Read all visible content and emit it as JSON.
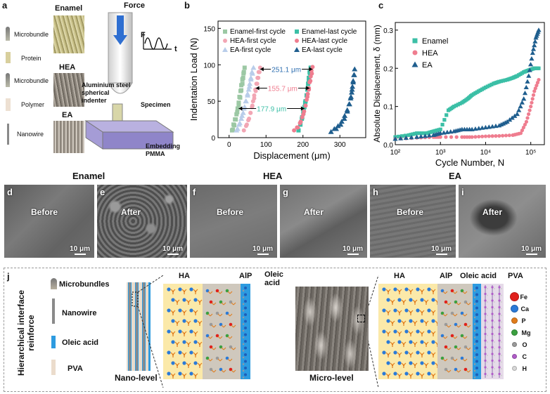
{
  "panel_a": {
    "label": "a",
    "left_items": [
      "Microbundle",
      "Protein",
      "Microbundle",
      "Polymer",
      "Nanowire"
    ],
    "materials": [
      "Enamel",
      "HEA",
      "EA"
    ],
    "force": "Force",
    "f_axis": "F",
    "t_axis": "t",
    "indenter": "Aluminium steel spherical indenter",
    "specimen": "Specimen",
    "embedding": "Embedding PMMA",
    "colors": {
      "arrow": "#2f6fd1",
      "block": "#9c92cf"
    }
  },
  "panel_b": {
    "label": "b",
    "chart_data": {
      "type": "scatter",
      "xlabel": "Displacement (μm)",
      "ylabel": "Indentation Load (N)",
      "xlim": [
        -30,
        370
      ],
      "ylim": [
        0,
        160
      ],
      "xticks": [
        "0",
        "100",
        "200",
        "300"
      ],
      "xtick_values": [
        0,
        100,
        200,
        300
      ],
      "yticks": [
        "0",
        "50",
        "100",
        "150"
      ],
      "ytick_values": [
        0,
        50,
        100,
        150
      ],
      "series": [
        {
          "name": "Enamel-first cycle",
          "color": "#9cc8a4",
          "marker": "square",
          "points": [
            [
              8,
              10
            ],
            [
              12,
              18
            ],
            [
              16,
              25
            ],
            [
              20,
              32
            ],
            [
              23,
              40
            ],
            [
              26,
              48
            ],
            [
              28,
              56
            ],
            [
              31,
              64
            ],
            [
              33,
              72
            ],
            [
              36,
              80
            ],
            [
              39,
              88
            ],
            [
              42,
              96
            ],
            [
              40,
              90
            ],
            [
              38,
              82
            ],
            [
              36,
              74
            ],
            [
              33,
              65
            ],
            [
              30,
              55
            ],
            [
              26,
              45
            ],
            [
              22,
              35
            ],
            [
              18,
              25
            ],
            [
              14,
              17
            ],
            [
              10,
              11
            ]
          ]
        },
        {
          "name": "HEA-first cycle",
          "color": "#f2a6b4",
          "marker": "circle",
          "points": [
            [
              40,
              10
            ],
            [
              48,
              18
            ],
            [
              54,
              26
            ],
            [
              58,
              34
            ],
            [
              62,
              42
            ],
            [
              65,
              50
            ],
            [
              68,
              58
            ],
            [
              71,
              66
            ],
            [
              74,
              74
            ],
            [
              77,
              82
            ],
            [
              80,
              90
            ],
            [
              84,
              96
            ],
            [
              82,
              90
            ],
            [
              79,
              82
            ],
            [
              76,
              74
            ],
            [
              72,
              64
            ],
            [
              68,
              54
            ],
            [
              63,
              44
            ],
            [
              58,
              34
            ],
            [
              52,
              24
            ],
            [
              46,
              16
            ]
          ]
        },
        {
          "name": "EA-first cycle",
          "color": "#b9cdea",
          "marker": "triangle",
          "points": [
            [
              20,
              10
            ],
            [
              27,
              18
            ],
            [
              33,
              26
            ],
            [
              38,
              34
            ],
            [
              42,
              42
            ],
            [
              46,
              50
            ],
            [
              50,
              58
            ],
            [
              53,
              66
            ],
            [
              56,
              74
            ],
            [
              59,
              82
            ],
            [
              62,
              90
            ],
            [
              66,
              96
            ],
            [
              63,
              88
            ],
            [
              59,
              80
            ],
            [
              55,
              70
            ],
            [
              50,
              60
            ],
            [
              45,
              50
            ],
            [
              40,
              40
            ],
            [
              35,
              30
            ],
            [
              29,
              20
            ],
            [
              23,
              12
            ]
          ]
        },
        {
          "name": "Enamel-last cycle",
          "color": "#3bbfa6",
          "marker": "square",
          "points": [
            [
              188,
              10
            ],
            [
              193,
              18
            ],
            [
              197,
              26
            ],
            [
              201,
              34
            ],
            [
              204,
              42
            ],
            [
              207,
              50
            ],
            [
              210,
              58
            ],
            [
              212,
              66
            ],
            [
              214,
              74
            ],
            [
              216,
              82
            ],
            [
              218,
              90
            ],
            [
              221,
              96
            ],
            [
              219,
              88
            ],
            [
              216,
              78
            ],
            [
              213,
              68
            ],
            [
              210,
              58
            ],
            [
              206,
              48
            ],
            [
              202,
              38
            ],
            [
              198,
              28
            ],
            [
              193,
              18
            ]
          ]
        },
        {
          "name": "HEA-last cycle",
          "color": "#ef7d8f",
          "marker": "circle",
          "points": [
            [
              176,
              10
            ],
            [
              184,
              14
            ],
            [
              192,
              20
            ],
            [
              198,
              28
            ],
            [
              203,
              36
            ],
            [
              207,
              44
            ],
            [
              210,
              52
            ],
            [
              213,
              60
            ],
            [
              216,
              68
            ],
            [
              218,
              76
            ],
            [
              221,
              84
            ],
            [
              223,
              92
            ],
            [
              226,
              97
            ],
            [
              224,
              88
            ],
            [
              220,
              78
            ],
            [
              216,
              66
            ],
            [
              212,
              56
            ],
            [
              207,
              44
            ],
            [
              201,
              32
            ],
            [
              194,
              22
            ],
            [
              186,
              14
            ]
          ]
        },
        {
          "name": "EA-last cycle",
          "color": "#1f5e8e",
          "marker": "triangle",
          "points": [
            [
              276,
              8
            ],
            [
              285,
              12
            ],
            [
              295,
              16
            ],
            [
              305,
              22
            ],
            [
              313,
              30
            ],
            [
              320,
              38
            ],
            [
              325,
              46
            ],
            [
              329,
              54
            ],
            [
              332,
              62
            ],
            [
              334,
              70
            ],
            [
              336,
              78
            ],
            [
              338,
              86
            ],
            [
              340,
              94
            ],
            [
              339,
              86
            ],
            [
              336,
              76
            ],
            [
              333,
              66
            ],
            [
              330,
              56
            ],
            [
              326,
              46
            ],
            [
              320,
              36
            ],
            [
              312,
              26
            ],
            [
              302,
              18
            ],
            [
              290,
              12
            ]
          ]
        }
      ],
      "annotations": [
        {
          "text": "251.1 μm",
          "y": 94,
          "x1": 84,
          "x2": 226,
          "color": "#2f6fb0"
        },
        {
          "text": "155.7 μm",
          "y": 68,
          "x1": 72,
          "x2": 218,
          "color": "#ef7d8f"
        },
        {
          "text": "177.9 μm",
          "y": 40,
          "x1": 26,
          "x2": 204,
          "color": "#3bbfa6"
        }
      ]
    }
  },
  "panel_c": {
    "label": "c",
    "chart_data": {
      "type": "scatter",
      "xlabel": "Cycle Number, N",
      "ylabel": "Absolute Displacement, δ (mm)",
      "xscale": "log",
      "xlim": [
        100,
        200000
      ],
      "ylim": [
        0,
        0.32
      ],
      "xticks": [
        "10²",
        "10³",
        "10⁴",
        "10⁵"
      ],
      "xtick_values": [
        100,
        1000,
        10000,
        100000
      ],
      "yticks": [
        "0.0",
        "0.1",
        "0.2",
        "0.3"
      ],
      "ytick_values": [
        0,
        0.1,
        0.2,
        0.3
      ],
      "series": [
        {
          "name": "Enamel",
          "color": "#3bbfa6",
          "marker": "square",
          "points": [
            [
              100,
              0.02
            ],
            [
              200,
              0.025
            ],
            [
              300,
              0.03
            ],
            [
              500,
              0.03
            ],
            [
              700,
              0.035
            ],
            [
              1000,
              0.04
            ],
            [
              1500,
              0.09
            ],
            [
              2000,
              0.1
            ],
            [
              3000,
              0.11
            ],
            [
              4000,
              0.12
            ],
            [
              5000,
              0.13
            ],
            [
              7000,
              0.14
            ],
            [
              10000,
              0.15
            ],
            [
              15000,
              0.16
            ],
            [
              20000,
              0.165
            ],
            [
              30000,
              0.17
            ],
            [
              40000,
              0.175
            ],
            [
              50000,
              0.18
            ],
            [
              70000,
              0.19
            ],
            [
              90000,
              0.195
            ],
            [
              120000,
              0.2
            ],
            [
              150000,
              0.2
            ]
          ]
        },
        {
          "name": "HEA",
          "color": "#ef7d8f",
          "marker": "circle",
          "points": [
            [
              100,
              0.015
            ],
            [
              300,
              0.018
            ],
            [
              700,
              0.02
            ],
            [
              1000,
              0.02
            ],
            [
              3000,
              0.02
            ],
            [
              5000,
              0.02
            ],
            [
              10000,
              0.022
            ],
            [
              20000,
              0.023
            ],
            [
              40000,
              0.025
            ],
            [
              60000,
              0.03
            ],
            [
              80000,
              0.06
            ],
            [
              100000,
              0.1
            ],
            [
              120000,
              0.14
            ],
            [
              150000,
              0.17
            ]
          ]
        },
        {
          "name": "EA",
          "color": "#1f5e8e",
          "marker": "triangle",
          "points": [
            [
              100,
              0.015
            ],
            [
              300,
              0.02
            ],
            [
              700,
              0.025
            ],
            [
              1000,
              0.03
            ],
            [
              2000,
              0.035
            ],
            [
              3000,
              0.04
            ],
            [
              5000,
              0.04
            ],
            [
              10000,
              0.045
            ],
            [
              20000,
              0.05
            ],
            [
              30000,
              0.06
            ],
            [
              50000,
              0.08
            ],
            [
              70000,
              0.12
            ],
            [
              90000,
              0.18
            ],
            [
              110000,
              0.24
            ],
            [
              130000,
              0.28
            ],
            [
              150000,
              0.3
            ]
          ]
        }
      ]
    }
  },
  "sem": {
    "materials": [
      "Enamel",
      "HEA",
      "EA"
    ],
    "panels": [
      {
        "label": "d",
        "text": "Before",
        "scale": "10 μm"
      },
      {
        "label": "e",
        "text": "After",
        "scale": "10 μm"
      },
      {
        "label": "f",
        "text": "Before",
        "scale": "10 μm"
      },
      {
        "label": "g",
        "text": "After",
        "scale": "10 μm"
      },
      {
        "label": "h",
        "text": "Before",
        "scale": "10 μm"
      },
      {
        "label": "i",
        "text": "After",
        "scale": "10 μm"
      }
    ]
  },
  "panel_j": {
    "label": "j",
    "side_title": "Hierarchical interface reinforce",
    "legend": [
      "Microbundles",
      "Nanowire",
      "Oleic acid",
      "PVA"
    ],
    "nano_level": "Nano-level",
    "micro_level": "Micro-level",
    "layer_labels_1": [
      "HA",
      "AlP",
      "Oleic acid"
    ],
    "layer_labels_2": [
      "HA",
      "AlP",
      "Oleic  acid",
      "PVA"
    ],
    "elements": [
      {
        "symbol": "Fe",
        "color": "#e0201b"
      },
      {
        "symbol": "Ca",
        "color": "#2a7ad8"
      },
      {
        "symbol": "P",
        "color": "#e07b1a"
      },
      {
        "symbol": "Mg",
        "color": "#3aa040"
      },
      {
        "symbol": "O",
        "color": "#9a9a9a"
      },
      {
        "symbol": "C",
        "color": "#b05cc8"
      },
      {
        "symbol": "H",
        "color": "#d8d8d8"
      }
    ]
  }
}
